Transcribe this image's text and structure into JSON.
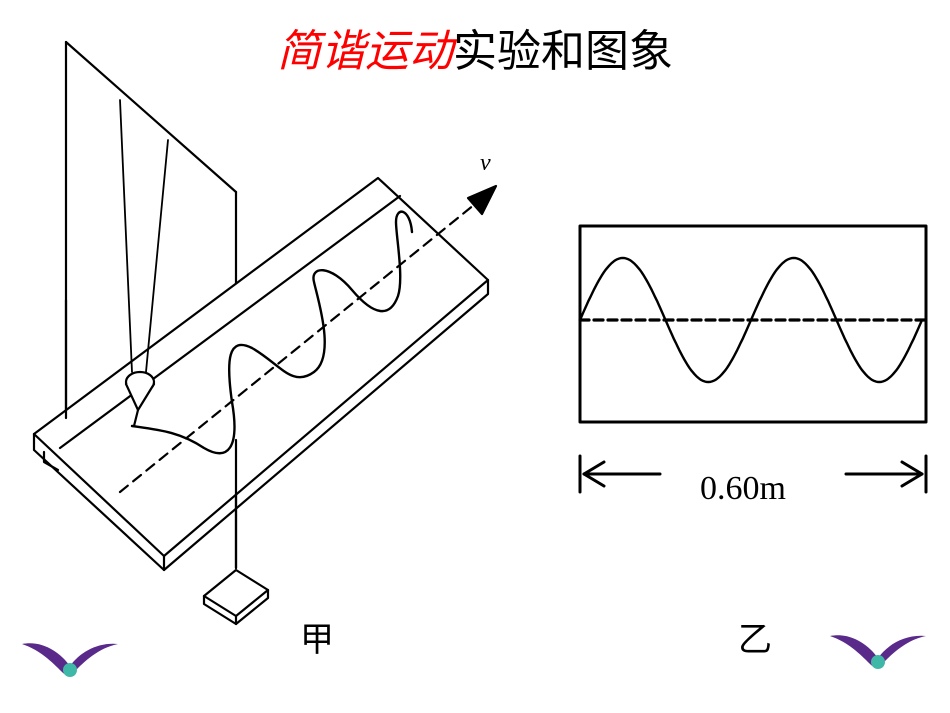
{
  "title": {
    "highlight": "简谐运动",
    "rest": "实验和图象"
  },
  "figure_jia": {
    "label": "甲",
    "velocity_label": "v"
  },
  "figure_yi": {
    "label": "乙",
    "distance": "0.60m",
    "waves_shown": 2
  },
  "colors": {
    "title_highlight": "#ff0000",
    "title_text": "#000000",
    "line": "#000000",
    "bird_wing": "#5a2a8a",
    "bird_head": "#3fb8a8"
  },
  "decorations": {
    "left_icon": "bird-icon",
    "right_icon": "bird-icon"
  }
}
